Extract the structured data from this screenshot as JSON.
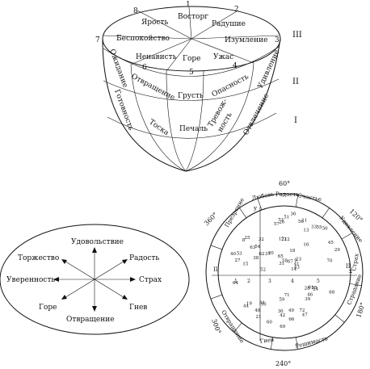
{
  "top_diagram": {
    "sector_numbers": [
      "1",
      "2",
      "3",
      "4",
      "5",
      "6",
      "7",
      "8"
    ],
    "level_labels": [
      "III",
      "II",
      "I"
    ],
    "top_face": [
      "Восторг",
      "Радушие",
      "Изумление",
      "Ужас",
      "Горе",
      "Ненависть",
      "Беспокойство",
      "Ярость"
    ],
    "middle_ring": [
      "Ожидание",
      "Отвращение",
      "Грусть",
      "Опасность",
      "Удивление"
    ],
    "lower_ring": [
      "Готовность",
      "Тоска",
      "Печаль",
      "Тревож-",
      "ность",
      "Отвлечение"
    ]
  },
  "star_diagram": {
    "labels": [
      "Удовольствие",
      "Торжество",
      "Радость",
      "Уверенность",
      "Страх",
      "Горе",
      "Гнев",
      "Отвращение"
    ]
  },
  "circle_diagram": {
    "angle_top": "60°",
    "angle_bottom": "240°",
    "angle_left_top": "360°",
    "angle_right_top": "120°",
    "angle_left_bottom": "300°",
    "angle_right_bottom": "180°",
    "ring_labels": [
      "Любовь",
      "Радость",
      "Счастье",
      "Удивление",
      "Страх",
      "Страдание",
      "Гнев",
      "Решимость",
      "Отвращение",
      "Презрение"
    ],
    "axis_y": "у",
    "axis_x": "х",
    "edge_left": "II",
    "edge_right": "II",
    "scatter_numbers": [
      "8",
      "9",
      "10",
      "11",
      "12",
      "13",
      "14",
      "15",
      "16",
      "17",
      "18",
      "19",
      "20",
      "21",
      "22",
      "23",
      "24",
      "25",
      "26",
      "27",
      "28",
      "29",
      "30",
      "31",
      "32",
      "33",
      "34",
      "35",
      "36",
      "37",
      "38",
      "39",
      "40",
      "41",
      "42",
      "43",
      "44",
      "45",
      "46",
      "47",
      "48",
      "49",
      "50",
      "51",
      "52",
      "53",
      "54",
      "55",
      "56",
      "57",
      "58",
      "59",
      "60",
      "61",
      "62",
      "63",
      "64",
      "65",
      "66",
      "67",
      "68",
      "69",
      "70",
      "71",
      "72",
      "73"
    ],
    "x_ticks": [
      "1",
      "2",
      "3",
      "4",
      "5"
    ]
  }
}
